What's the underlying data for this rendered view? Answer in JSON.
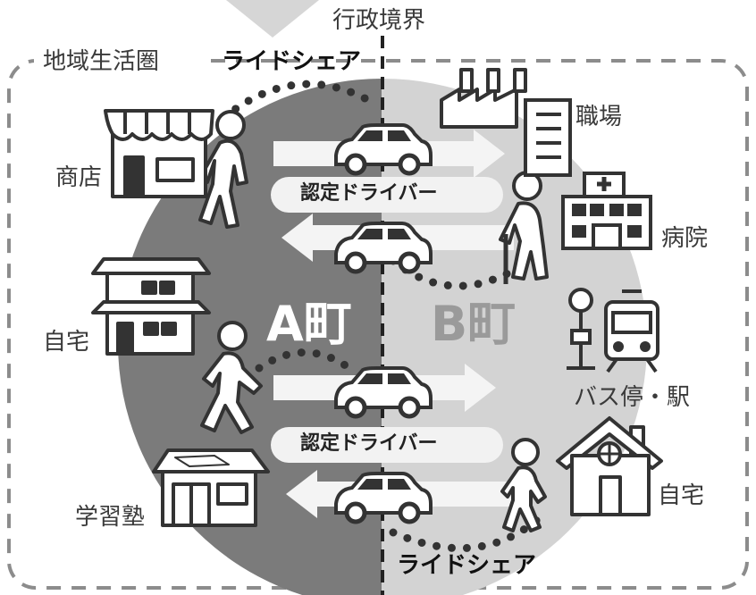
{
  "labels": {
    "boundary": "行政境界",
    "life_zone": "地域生活圏",
    "town_a": "A町",
    "town_b": "B町",
    "rideshare_top": "ライドシェア",
    "rideshare_bottom": "ライドシェア",
    "driver_top": "認定ドライバー",
    "driver_bottom": "認定ドライバー",
    "shop": "商店",
    "home_a": "自宅",
    "juku": "学習塾",
    "workplace": "職場",
    "hospital": "病院",
    "station": "バス停・駅",
    "home_b": "自宅"
  },
  "colors": {
    "town_a_fill": "#7b7b7b",
    "town_b_fill": "#d3d3d3",
    "town_a_text": "#ffffff",
    "town_b_text": "#9a9a9a",
    "dash": "#8c8c8c",
    "dots": "#333333"
  },
  "icons": [
    "shop-icon",
    "house-icon",
    "school-icon",
    "factory-icon",
    "office-icon",
    "hospital-icon",
    "bus-stop-icon",
    "train-icon",
    "church-house-icon",
    "car-icon",
    "walker-icon",
    "elder-icon",
    "arrow-icon"
  ]
}
